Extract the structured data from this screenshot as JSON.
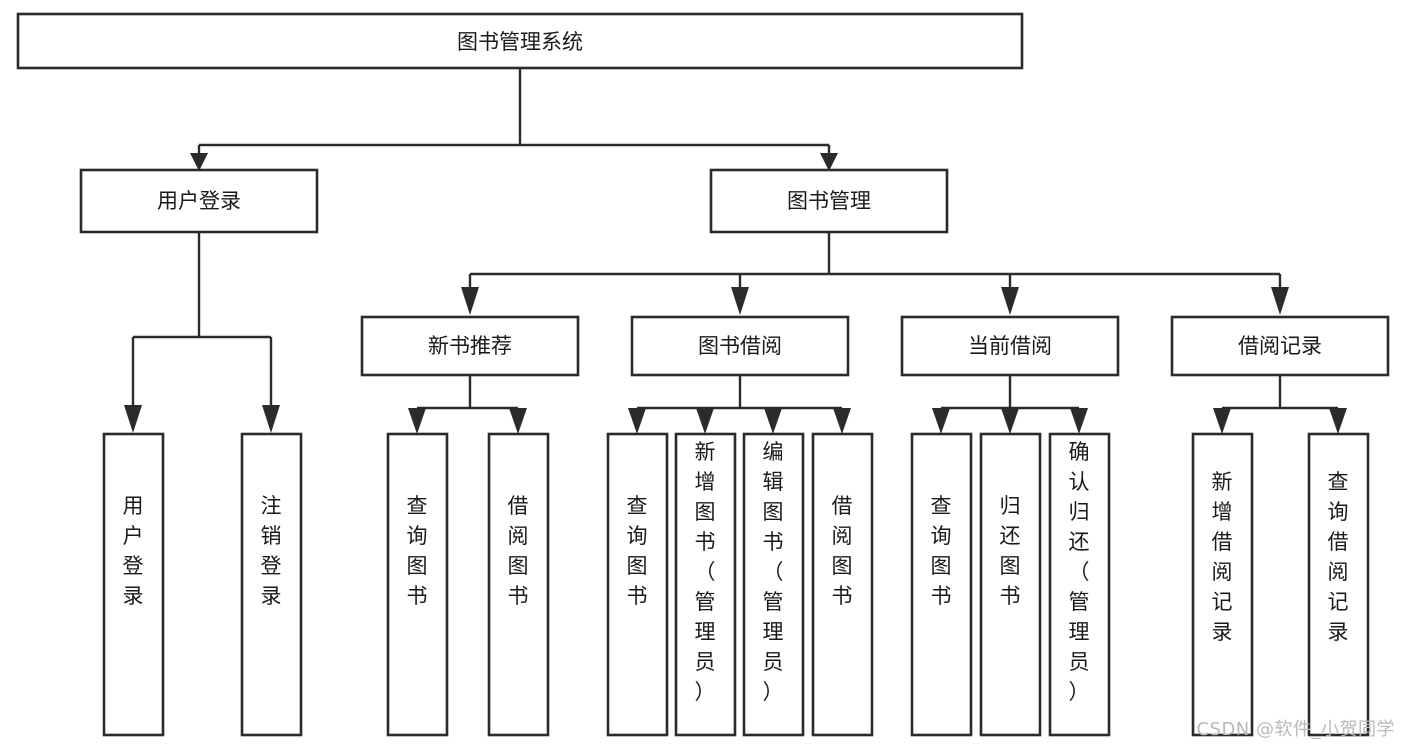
{
  "diagram": {
    "type": "tree-hierarchy-chart",
    "title": "图书管理系统",
    "watermark": "CSDN @软件_小贺同学",
    "colors": {
      "background": "#ffffff",
      "stroke": "#2b2b2b",
      "text": "#1a1a1a",
      "watermark": "#b9b9b9"
    },
    "levels": [
      {
        "level": 1,
        "nodes": [
          {
            "id": "root",
            "label": "图书管理系统",
            "orientation": "horizontal"
          }
        ]
      },
      {
        "level": 2,
        "nodes": [
          {
            "id": "user-login",
            "label": "用户登录",
            "orientation": "horizontal",
            "parent": "root"
          },
          {
            "id": "book-manage",
            "label": "图书管理",
            "orientation": "horizontal",
            "parent": "root"
          }
        ]
      },
      {
        "level": 3,
        "nodes": [
          {
            "id": "new-book-rec",
            "label": "新书推荐",
            "orientation": "horizontal",
            "parent": "book-manage"
          },
          {
            "id": "book-borrow",
            "label": "图书借阅",
            "orientation": "horizontal",
            "parent": "book-manage"
          },
          {
            "id": "current-borrow",
            "label": "当前借阅",
            "orientation": "horizontal",
            "parent": "book-manage"
          },
          {
            "id": "borrow-record",
            "label": "借阅记录",
            "orientation": "horizontal",
            "parent": "book-manage"
          }
        ]
      },
      {
        "level": 4,
        "nodes": [
          {
            "id": "leaf-user-login",
            "label": "用户登录",
            "orientation": "vertical",
            "parent": "user-login"
          },
          {
            "id": "leaf-logout",
            "label": "注销登录",
            "orientation": "vertical",
            "parent": "user-login"
          },
          {
            "id": "leaf-query-book-1",
            "label": "查询图书",
            "orientation": "vertical",
            "parent": "new-book-rec"
          },
          {
            "id": "leaf-borrow-book-1",
            "label": "借阅图书",
            "orientation": "vertical",
            "parent": "new-book-rec"
          },
          {
            "id": "leaf-query-book-2",
            "label": "查询图书",
            "orientation": "vertical",
            "parent": "book-borrow"
          },
          {
            "id": "leaf-add-book",
            "label": "新增图书（管理员）",
            "orientation": "vertical",
            "parent": "book-borrow"
          },
          {
            "id": "leaf-edit-book",
            "label": "编辑图书（管理员）",
            "orientation": "vertical",
            "parent": "book-borrow"
          },
          {
            "id": "leaf-borrow-book-2",
            "label": "借阅图书",
            "orientation": "vertical",
            "parent": "book-borrow"
          },
          {
            "id": "leaf-query-book-3",
            "label": "查询图书",
            "orientation": "vertical",
            "parent": "current-borrow"
          },
          {
            "id": "leaf-return-book",
            "label": "归还图书",
            "orientation": "vertical",
            "parent": "current-borrow"
          },
          {
            "id": "leaf-confirm-return",
            "label": "确认归还（管理员）",
            "orientation": "vertical",
            "parent": "current-borrow"
          },
          {
            "id": "leaf-add-record",
            "label": "新增借阅记录",
            "orientation": "vertical",
            "parent": "borrow-record"
          },
          {
            "id": "leaf-query-record",
            "label": "查询借阅记录",
            "orientation": "vertical",
            "parent": "borrow-record"
          }
        ]
      }
    ]
  },
  "nodes": {
    "root": {
      "label": "图书管理系统"
    },
    "user_login": {
      "label": "用户登录"
    },
    "book_manage": {
      "label": "图书管理"
    },
    "new_book_rec": {
      "label": "新书推荐"
    },
    "book_borrow": {
      "label": "图书借阅"
    },
    "current_borrow": {
      "label": "当前借阅"
    },
    "borrow_record": {
      "label": "借阅记录"
    },
    "leaf_user_login": {
      "label": "用户登录"
    },
    "leaf_logout": {
      "label": "注销登录"
    },
    "leaf_query_book_1": {
      "label": "查询图书"
    },
    "leaf_borrow_book_1": {
      "label": "借阅图书"
    },
    "leaf_query_book_2": {
      "label": "查询图书"
    },
    "leaf_add_book": {
      "label": "新增图书（管理员）"
    },
    "leaf_edit_book": {
      "label": "编辑图书（管理员）"
    },
    "leaf_borrow_book_2": {
      "label": "借阅图书"
    },
    "leaf_query_book_3": {
      "label": "查询图书"
    },
    "leaf_return_book": {
      "label": "归还图书"
    },
    "leaf_confirm_return": {
      "label": "确认归还（管理员）"
    },
    "leaf_add_record": {
      "label": "新增借阅记录"
    },
    "leaf_query_record": {
      "label": "查询借阅记录"
    }
  },
  "footer": {
    "watermark": "CSDN @软件_小贺同学"
  }
}
